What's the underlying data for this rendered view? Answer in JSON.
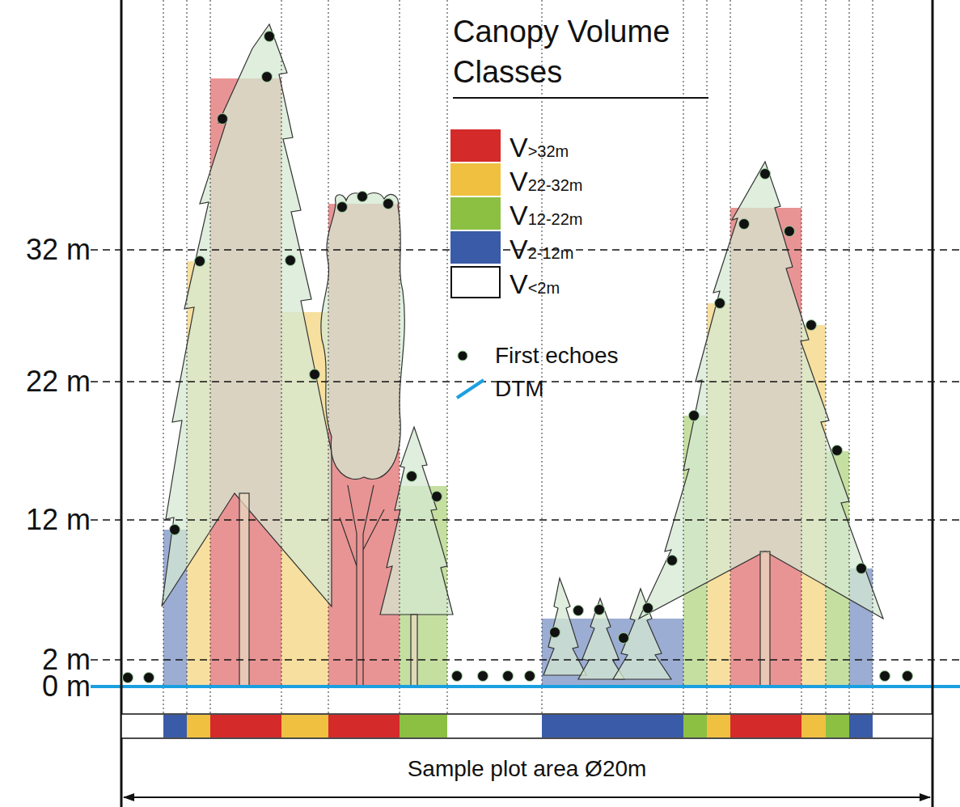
{
  "diagram": {
    "title": "Canopy Volume Classes",
    "nodes": [
      {
        "text": [
          "Sample plot area Ø20m"
        ]
      }
    ],
    "edges": [],
    "labels": [
      "32 m",
      "22 m",
      "12 m",
      "2 m",
      "0 m"
    ],
    "legend": [
      {
        "text": "V>32m",
        "color": "#d42a2a"
      },
      {
        "text": "V22-32m",
        "color": "#f0c040"
      },
      {
        "text": "V12-22m",
        "color": "#8cc043"
      },
      {
        "text": "V2-12m",
        "color": "#3a5ba8"
      },
      {
        "text": "V<2m",
        "color": "#ffffff"
      },
      {
        "text": "First echoes"
      },
      {
        "text": "DTM"
      }
    ]
  }
}
